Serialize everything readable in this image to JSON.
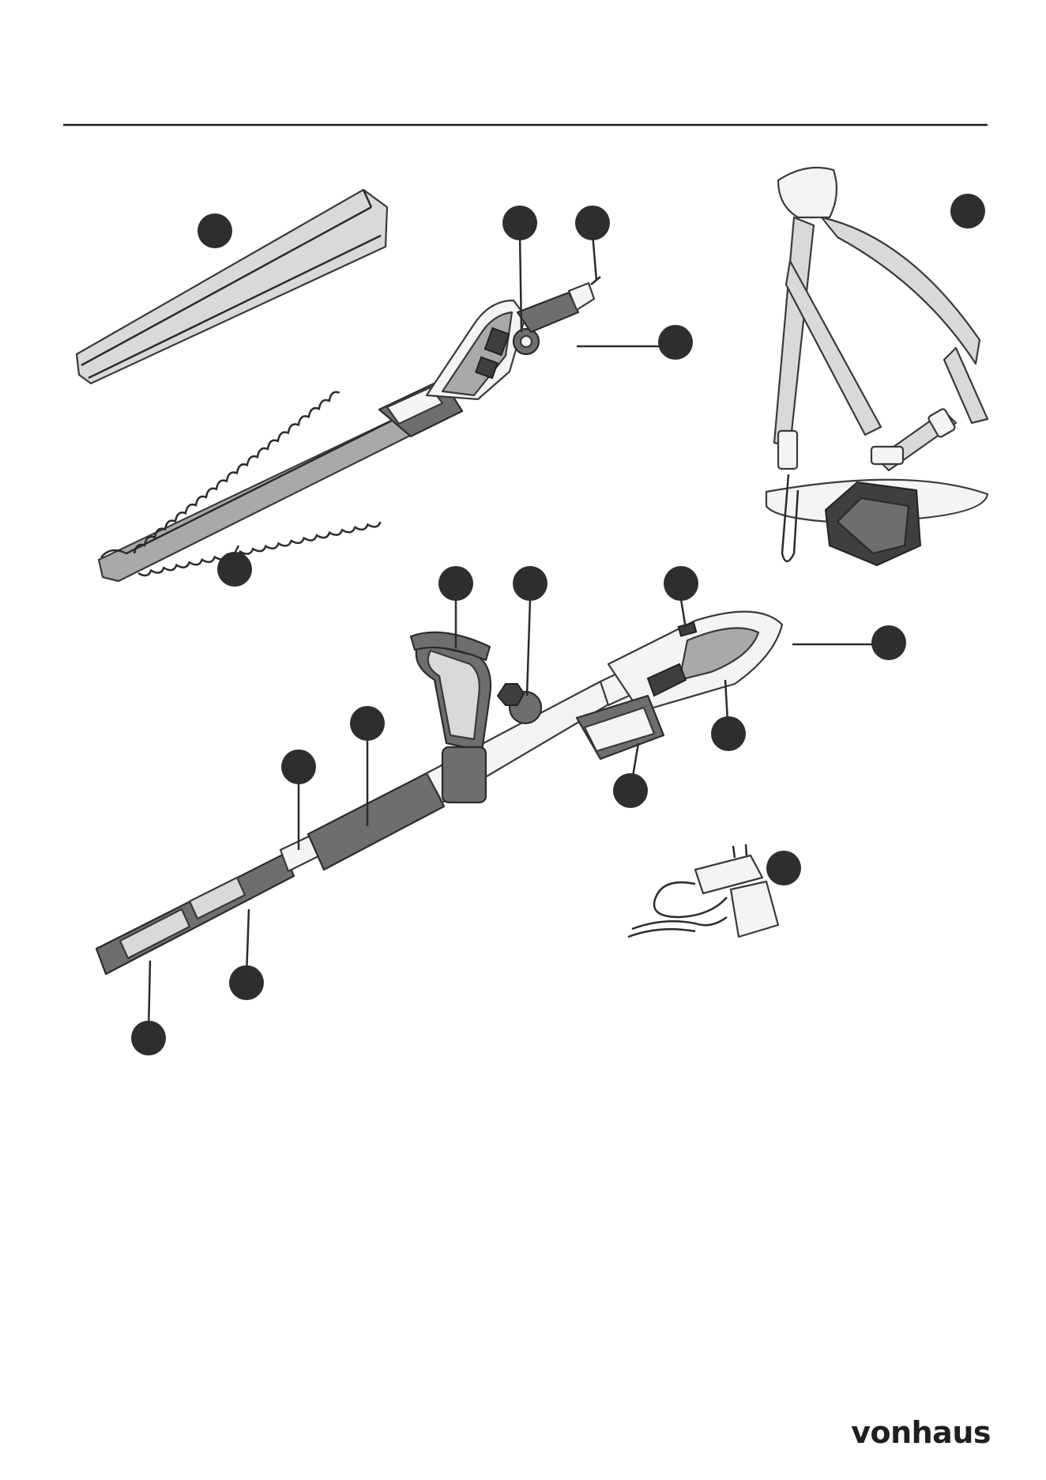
{
  "brand": {
    "name": "vonhaus"
  },
  "colors": {
    "ink": "#2e2e2e",
    "part_light": "#d9d9d9",
    "part_medium": "#a9a9a9",
    "part_dark": "#6e6e6e"
  },
  "parts": [
    {
      "id": "blade-cover"
    },
    {
      "id": "hedge-head-knob"
    },
    {
      "id": "hedge-head-connector"
    },
    {
      "id": "hedge-head-body"
    },
    {
      "id": "harness"
    },
    {
      "id": "hedge-blade"
    },
    {
      "id": "front-handle"
    },
    {
      "id": "handle-clamp-knob"
    },
    {
      "id": "power-switch"
    },
    {
      "id": "rear-handle"
    },
    {
      "id": "trigger"
    },
    {
      "id": "telescopic-pole"
    },
    {
      "id": "pole-lock-collar"
    },
    {
      "id": "battery-pack"
    },
    {
      "id": "charger"
    },
    {
      "id": "extension-lock"
    },
    {
      "id": "pole-coupling"
    }
  ]
}
